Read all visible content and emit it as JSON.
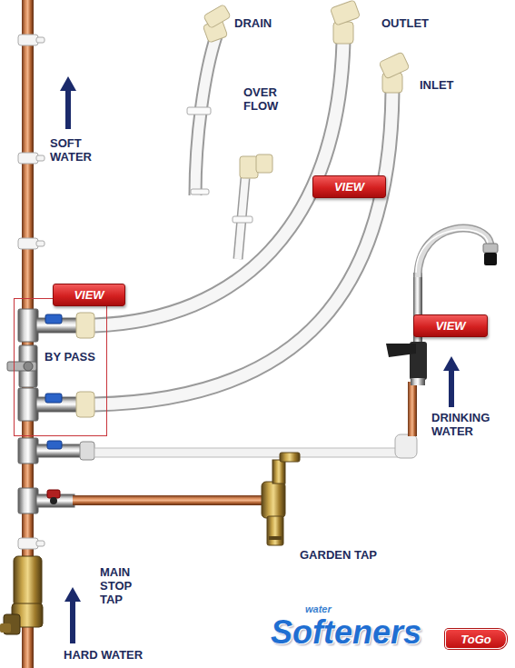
{
  "diagram": {
    "nodes": [
      {
        "text": [
          "VIEW"
        ]
      },
      {
        "text": [
          "VIEW"
        ]
      },
      {
        "text": [
          "BY PASS"
        ]
      },
      {
        "text": [
          "VIEW"
        ]
      },
      {
        "text": [
          "ToGo"
        ]
      }
    ],
    "labels": [
      "DRAIN",
      "OUTLET",
      "OVER FLOW",
      "INLET",
      "SOFT WATER",
      "DRINKING WATER",
      "GARDEN TAP",
      "MAIN STOP TAP",
      "HARD WATER",
      "water",
      "Softeners"
    ]
  }
}
